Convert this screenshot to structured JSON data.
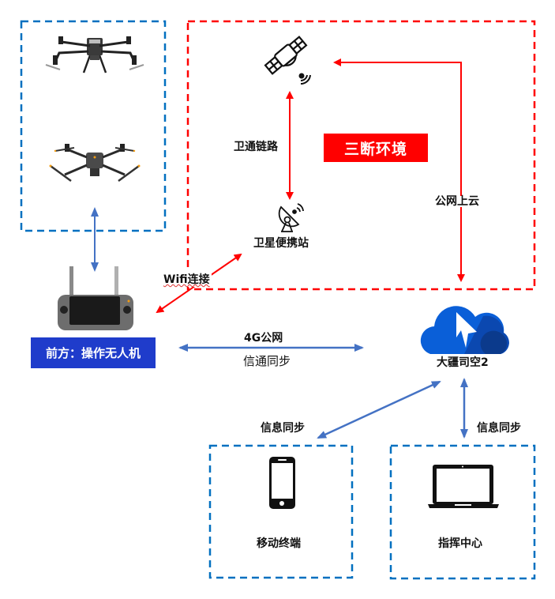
{
  "diagram": {
    "title_badge": "三断环境",
    "nodes": {
      "drone_group": {
        "label": "",
        "items": [
          "drone-large-icon",
          "drone-small-icon"
        ]
      },
      "satellite": {
        "label": "",
        "icon": "satellite-icon"
      },
      "portable_station": {
        "label": "卫星便携站",
        "icon": "satellite-dish-icon"
      },
      "controller": {
        "label": "前方：操作无人机",
        "icon": "remote-controller-icon"
      },
      "cloud": {
        "label": "大疆司空2",
        "icon": "cloud-arrow-icon"
      },
      "mobile": {
        "label": "移动终端",
        "icon": "smartphone-icon"
      },
      "command": {
        "label": "指挥中心",
        "icon": "laptop-icon"
      }
    },
    "links": {
      "sat_link": "卫通链路",
      "public_cloud": "公网上云",
      "wifi": "Wifi连接",
      "net_4g": "4G公网",
      "channel_sync": "信通同步",
      "info_sync_mobile": "信息同步",
      "info_sync_command": "信息同步"
    },
    "colors": {
      "red_zone": "#ff0000",
      "blue_dash": "#0070c0",
      "blue_arrow": "#4472c4",
      "controller_badge": "#1f3ccb",
      "cloud_main": "#0a5fd8",
      "cloud_dark": "#0b3a8c"
    }
  }
}
